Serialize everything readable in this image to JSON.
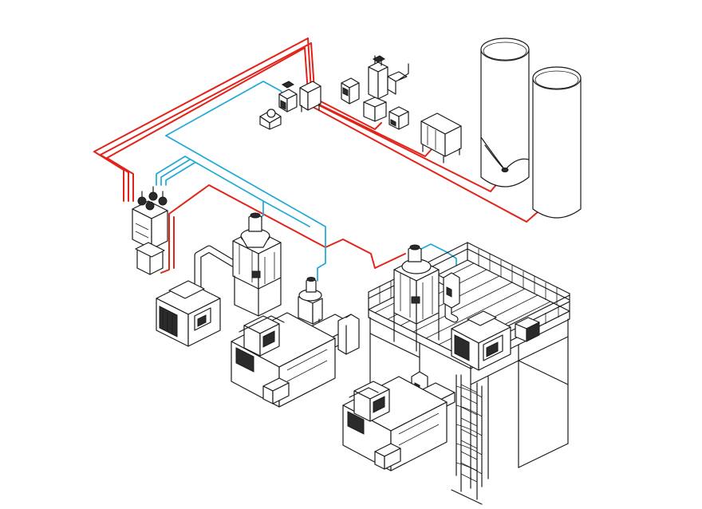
{
  "colors": {
    "material_line": "#e2231a",
    "vacuum_line": "#1fa9d6",
    "equipment_outline": "#1a1a1a",
    "background": "#ffffff"
  },
  "components": [
    "storage-silo",
    "central-vacuum-pump",
    "station-manifold",
    "hopper-dryer",
    "dehumidifier-dryer",
    "vacuum-loader",
    "injection-molding-machine",
    "mezzanine-platform",
    "ladder"
  ]
}
